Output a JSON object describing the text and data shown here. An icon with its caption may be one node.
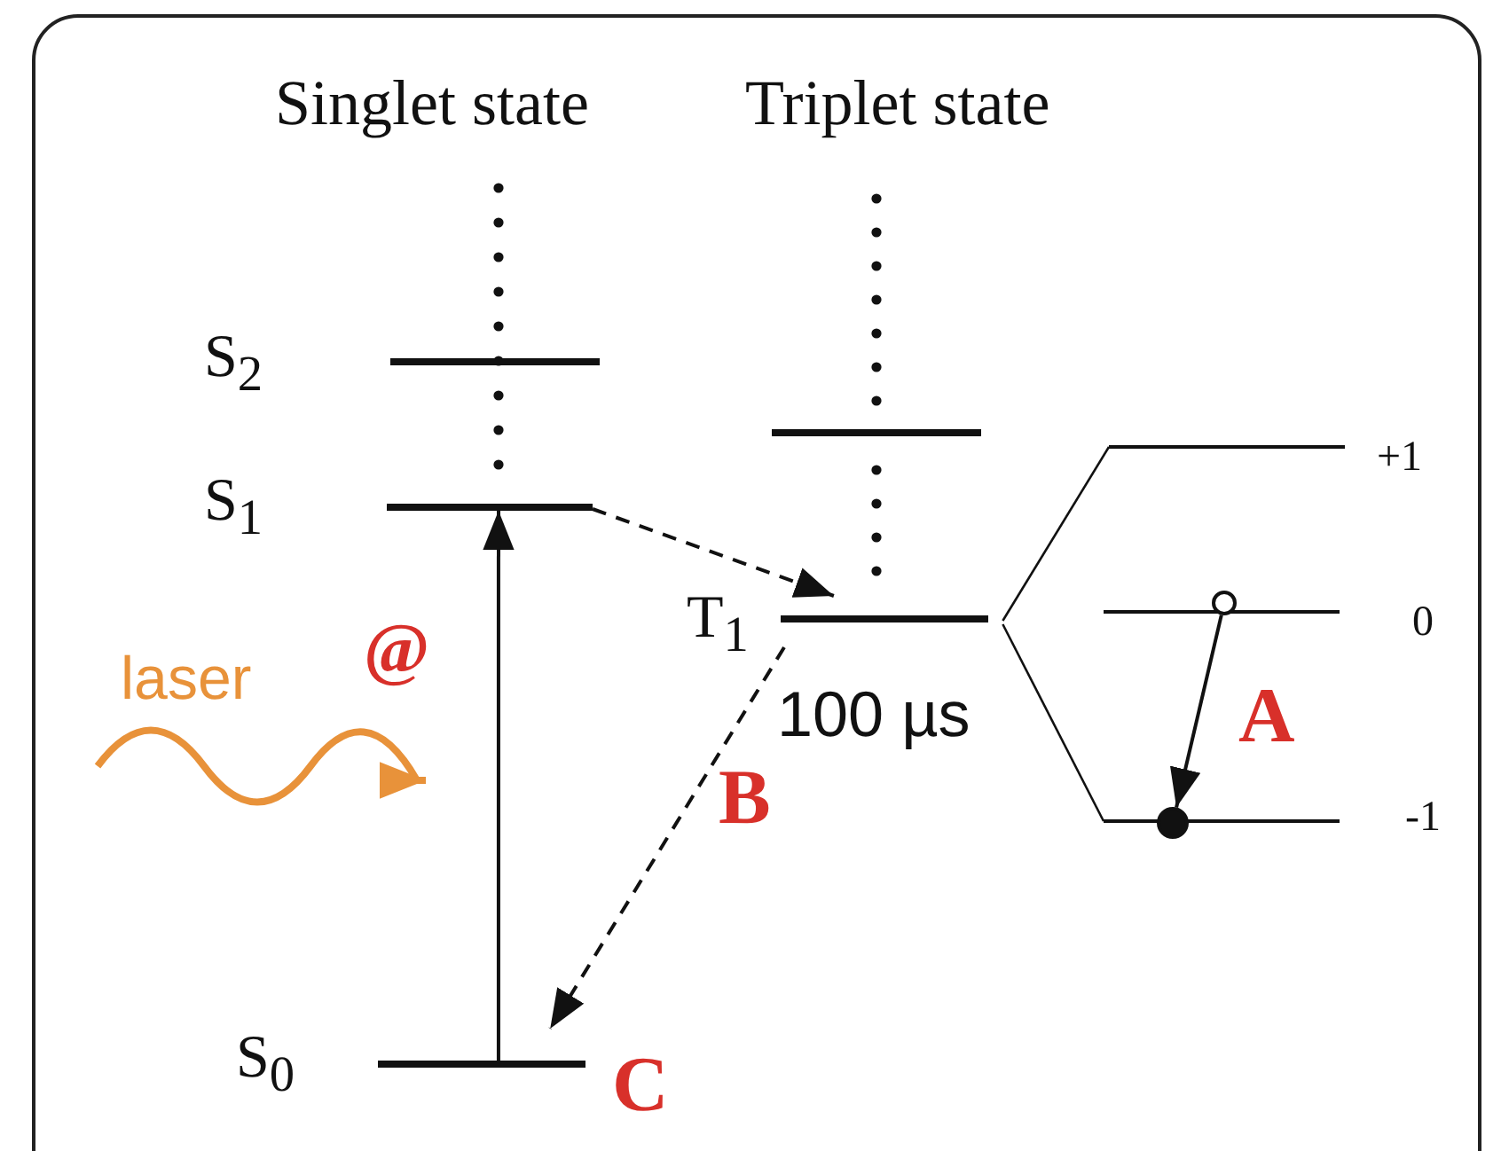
{
  "diagram": {
    "nodes": [
      {
        "text": [
          "S$_{2}$"
        ]
      },
      {
        "text": [
          "S$_{1}$"
        ]
      },
      {
        "text": [],
        "shape": "bar"
      },
      {
        "text": [
          "T$_{1}$"
        ],
        "beside": [
          "100 µs"
        ]
      },
      {
        "text": [
          "S$_{0}$"
        ]
      },
      {
        "text": [
          "+1"
        ]
      },
      {
        "text": [
          "0"
        ]
      },
      {
        "text": [
          "-1"
        ]
      },
      {
        "text": [],
        "shape": "circle"
      },
      {
        "text": [],
        "shape": "circle"
      }
    ],
    "edges": [
      {
        "from": 4,
        "to": 1,
        "arrow": "to"
      },
      {
        "from": 1,
        "to": 3,
        "arrow": "to",
        "style": "dashed"
      },
      {
        "from": 3,
        "to": 4,
        "arrow": "to",
        "style": "dashed"
      },
      {
        "from": 3,
        "to": 5,
        "arrow": "none"
      },
      {
        "from": 3,
        "to": 7,
        "arrow": "none"
      },
      {
        "from": 8,
        "to": 9,
        "arrow": "to"
      }
    ],
    "labels": [
      "Singlet state",
      "Triplet state",
      "laser",
      "@",
      "A",
      "B",
      "C"
    ]
  }
}
